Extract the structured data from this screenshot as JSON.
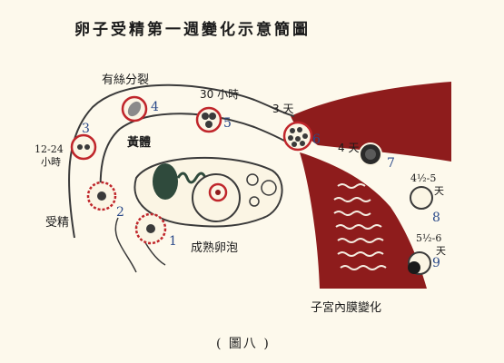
{
  "title": "卵子受精第一週變化示意簡圖",
  "caption": "( 圖八 )",
  "labels": {
    "mitosis": "有絲分裂",
    "h30": "30 小時",
    "d3": "3 天",
    "d4": "4 天",
    "h12_24": "12-24",
    "h12_24_unit": "小時",
    "corpus_luteum": "黃體",
    "fertilization": "受精",
    "mature_follicle": "成熟卵泡",
    "d45_5": "4½-5",
    "d45_5_unit": "天",
    "d55_6": "5½-6",
    "d55_6_unit": "天",
    "endometrium": "子宮內膜變化"
  },
  "stage_numbers": [
    "1",
    "2",
    "3",
    "4",
    "5",
    "6",
    "7",
    "8",
    "9"
  ],
  "colors": {
    "background": "#fdf9ec",
    "uterus": "#8e1c1c",
    "outline": "#3a3a3a",
    "ring": "#c0262b",
    "stage_number": "#2b4a8a"
  }
}
